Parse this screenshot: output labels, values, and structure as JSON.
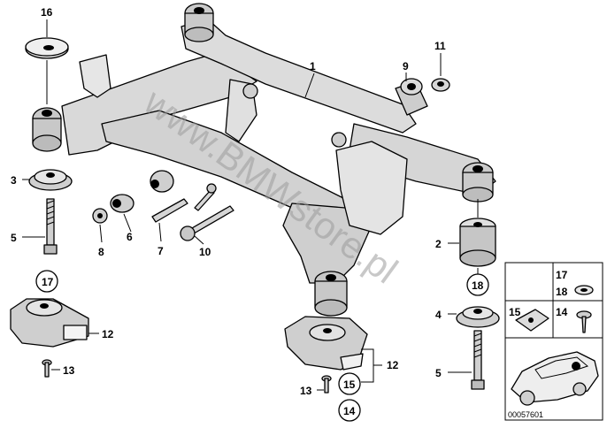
{
  "diagram": {
    "catalog_number": "00057601",
    "watermark": "www.BMWstore.pl",
    "callouts": {
      "c1": "1",
      "c2": "2",
      "c3": "3",
      "c4": "4",
      "c5a": "5",
      "c5b": "5",
      "c6": "6",
      "c7": "7",
      "c8": "8",
      "c9": "9",
      "c10": "10",
      "c11": "11",
      "c12a": "12",
      "c12b": "12",
      "c13a": "13",
      "c13b": "13",
      "c14": "14",
      "c16": "16",
      "c15": "15",
      "c17circ": "17",
      "c18circ": "18",
      "c14circ": "14",
      "c15circ": "15"
    },
    "inset": {
      "n17": "17",
      "n18": "18",
      "n15": "15",
      "n14": "14"
    }
  }
}
